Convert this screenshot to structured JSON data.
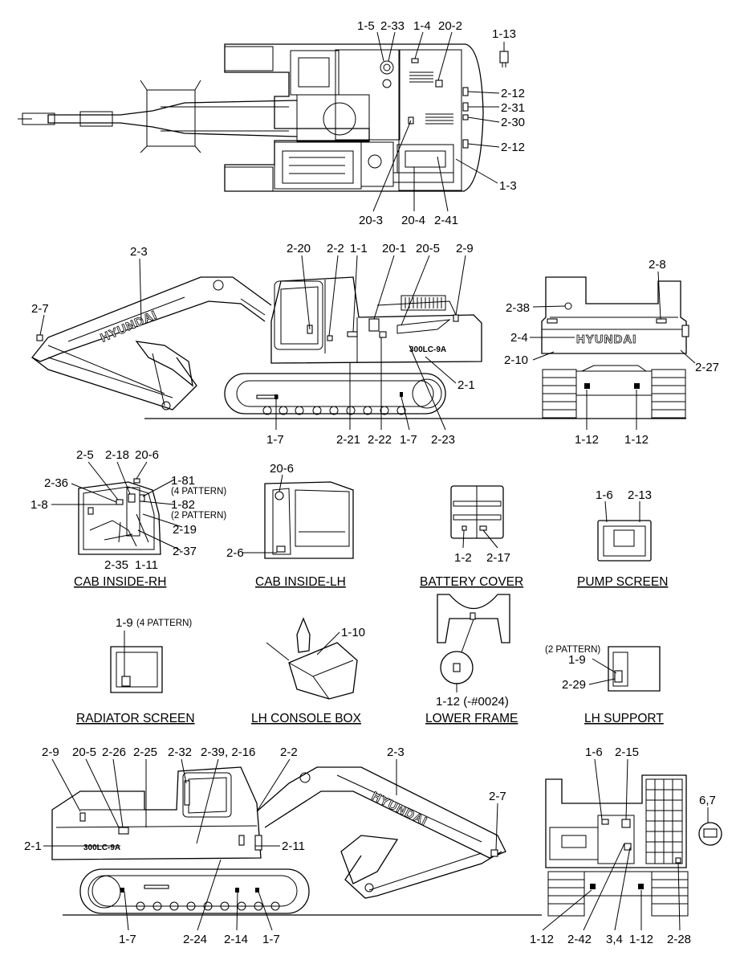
{
  "callouts": {
    "top": [
      "1-5",
      "2-33",
      "1-4",
      "20-2",
      "1-13",
      "2-12",
      "2-31",
      "2-30",
      "2-12",
      "1-3",
      "20-3",
      "20-4",
      "2-41"
    ],
    "side": [
      "2-3",
      "2-7",
      "2-20",
      "2-2",
      "1-1",
      "20-1",
      "20-5",
      "2-9",
      "2-1",
      "1-7",
      "2-21",
      "2-22",
      "1-7",
      "2-23"
    ],
    "rear": [
      "2-8",
      "2-38",
      "2-4",
      "2-10",
      "2-27",
      "1-12",
      "1-12"
    ],
    "cab_rh": [
      "2-5",
      "2-18",
      "20-6",
      "1-81",
      "(4 PATTERN)",
      "2-36",
      "1-8",
      "1-82",
      "(2 PATTERN)",
      "2-19",
      "2-37",
      "2-35",
      "1-11"
    ],
    "cab_lh": [
      "20-6",
      "2-6"
    ],
    "battery": [
      "1-2",
      "2-17"
    ],
    "pump": [
      "1-6",
      "2-13"
    ],
    "radiator": [
      "1-9",
      "(4 PATTERN)"
    ],
    "console": [
      "1-10"
    ],
    "lower_frame": [
      "1-12 (-#0024)"
    ],
    "lh_support": [
      "(2 PATTERN)",
      "1-9",
      "2-29"
    ],
    "bottom_side": [
      "2-9",
      "20-5",
      "2-26",
      "2-25",
      "2-32",
      "2-39, 2-16",
      "2-2",
      "2-3",
      "2-7",
      "2-1",
      "2-11",
      "1-7",
      "2-24",
      "2-14",
      "1-7"
    ],
    "front": [
      "1-6",
      "2-15",
      "6,7",
      "1-12",
      "2-42",
      "3,4",
      "1-12",
      "2-28"
    ]
  },
  "captions": {
    "cab_inside_rh": "CAB INSIDE-RH",
    "cab_inside_lh": "CAB INSIDE-LH",
    "battery_cover": "BATTERY COVER",
    "pump_screen": "PUMP SCREEN",
    "radiator_screen": "RADIATOR SCREEN",
    "lh_console_box": "LH CONSOLE BOX",
    "lower_frame": "LOWER FRAME",
    "lh_support": "LH SUPPORT"
  },
  "decals": {
    "brand": "HYUNDAI",
    "model": "300LC-9A"
  }
}
